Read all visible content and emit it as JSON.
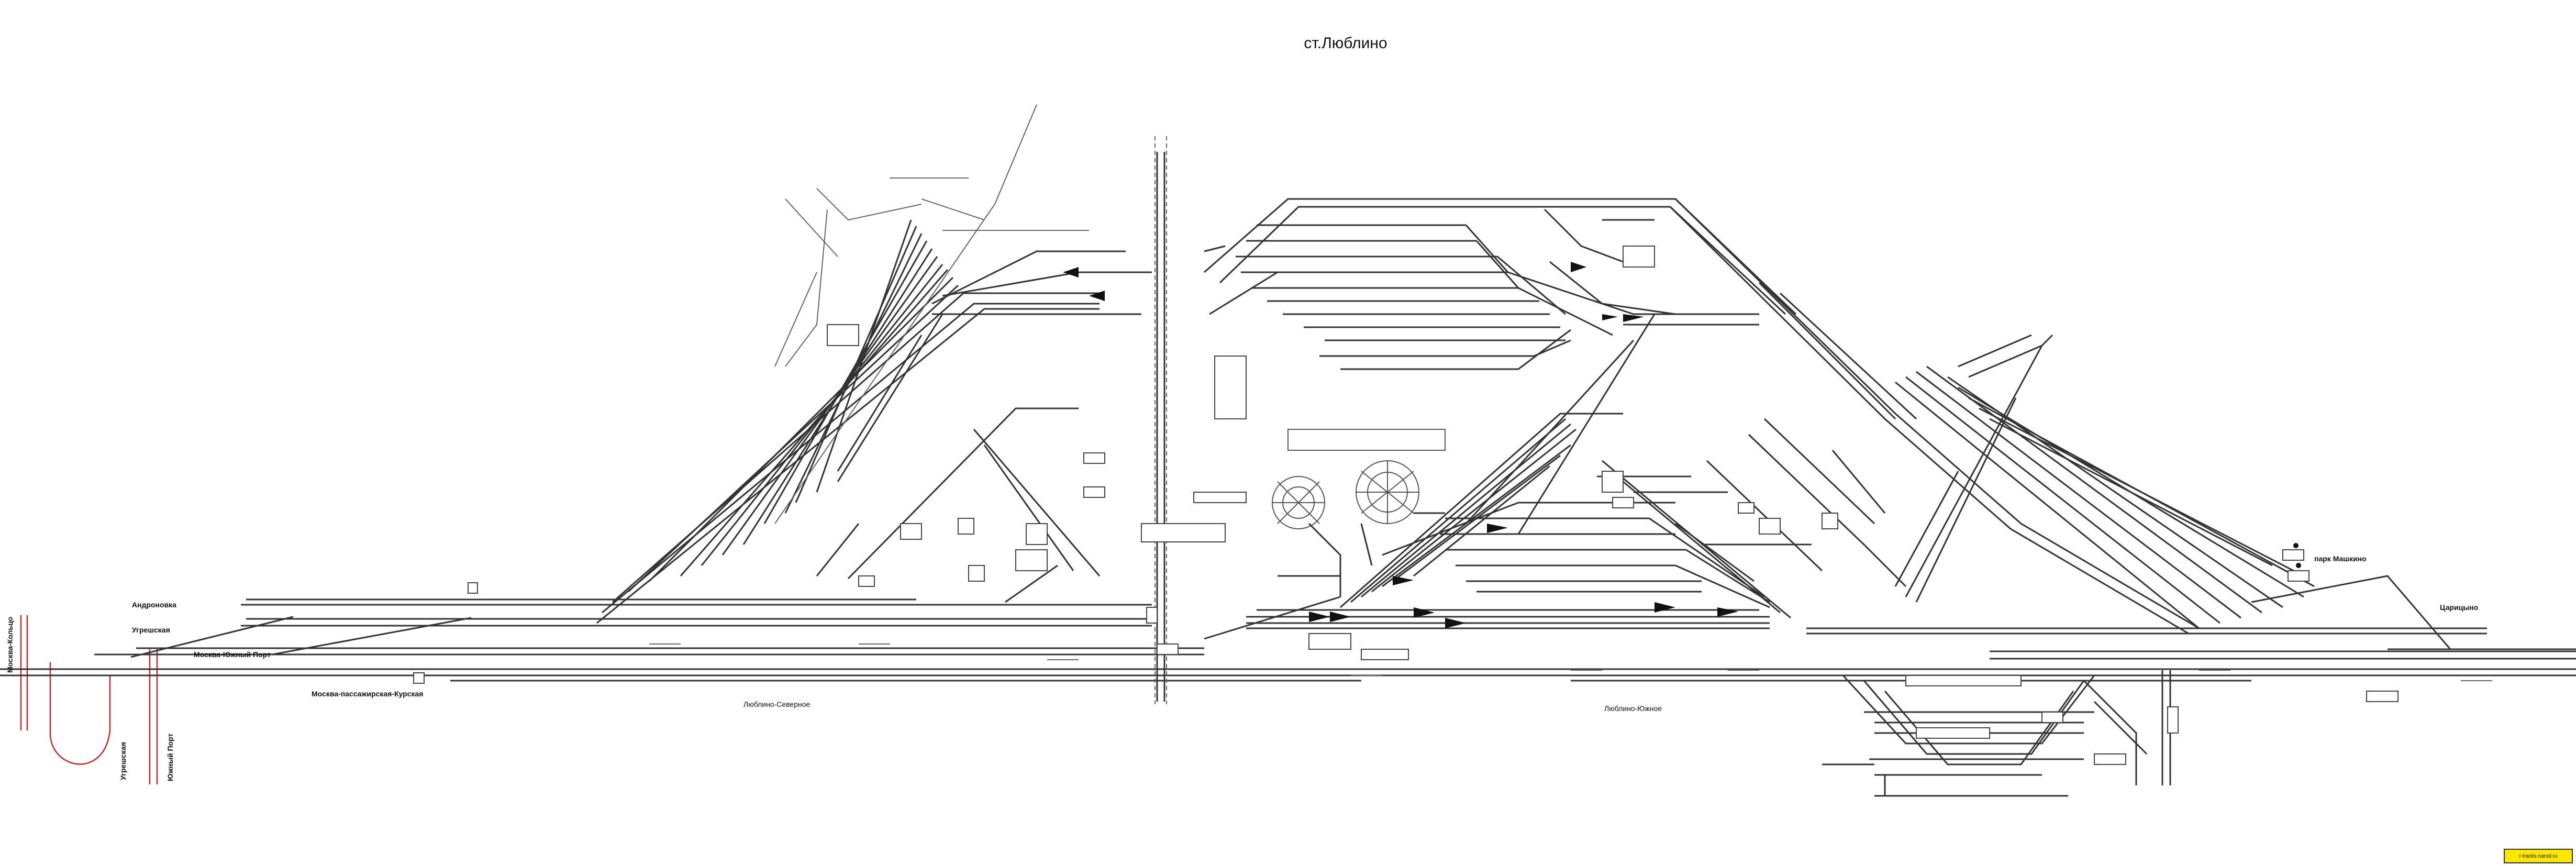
{
  "title": "ст.Люблино",
  "labels": {
    "moscow_kursk_ring": "Москва-Кольцо",
    "andronovka": "Андроновка",
    "ugreshskaya_top": "Угрешская",
    "moscow_south_port": "Москва-Южный Порт",
    "moscow_kursk_pass": "Москва-пассажирская-Курская",
    "ugreshskaya_bottom": "Угрешская",
    "south_port_bottom": "Южный Порт",
    "lyublino_north": "Люблино-Северное",
    "lyublino_south": "Люблино-Южное",
    "tsaritsyno": "Царицыно",
    "park_mashkino": "парк Машкино"
  },
  "colors": {
    "track": "#333333",
    "ring_line": "#c62828",
    "logo_bg": "#ffe600"
  },
  "logo": {
    "text": "r-tracks.narod.ru"
  }
}
